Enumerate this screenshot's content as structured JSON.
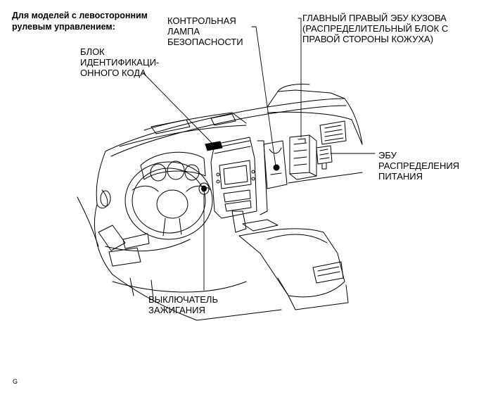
{
  "heading": "Для моделей с левосторонним\nрулевым управлением:",
  "labels": {
    "security_lamp": "КОНТРОЛЬНАЯ\nЛАМПА\nБЕЗОПАСНОСТИ",
    "main_body_ecu": "ГЛАВНЫЙ ПРАВЫЙ ЭБУ КУЗОВА\n(РАСПРЕДЕЛИТЕЛЬНЫЙ БЛОК С\nПРАВОЙ СТОРОНЫ КОЖУХА)",
    "id_code_box": "БЛОК\nИДЕНТИФИКАЦИ-\nОННОГО КОДА",
    "power_ecu": "ЭБУ\nРАСПРЕДЕЛЕНИЯ\nПИТАНИЯ",
    "ignition_switch": "ВЫКЛЮЧАТЕЛЬ\nЗАЖИГАНИЯ"
  },
  "figure_id": "G"
}
